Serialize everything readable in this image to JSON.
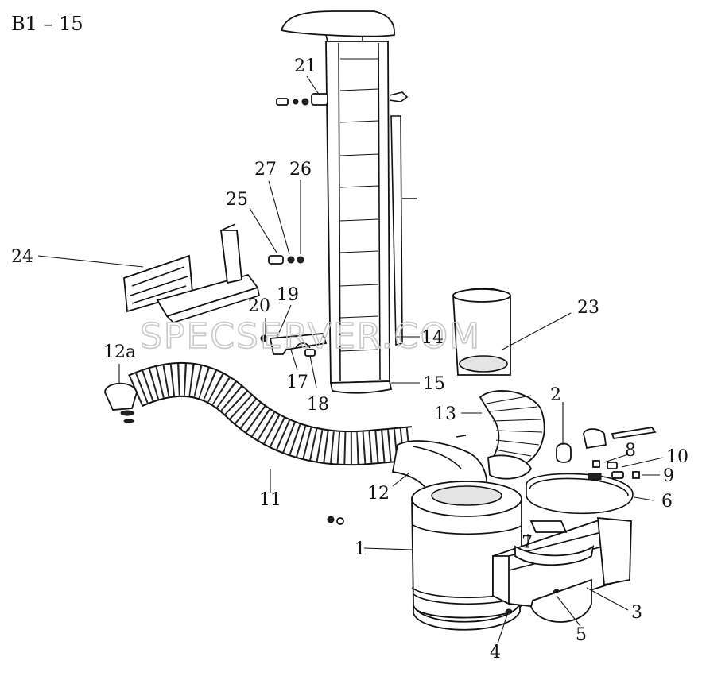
{
  "sheet_code": "B1 – 15",
  "watermark": "SPECSERVER.COM",
  "callouts": {
    "c1": "1",
    "c2": "2",
    "c3": "3",
    "c4": "4",
    "c5": "5",
    "c6": "6",
    "c7": "7",
    "c8": "8",
    "c9": "9",
    "c10": "10",
    "c11": "11",
    "c12": "12",
    "c12a": "12a",
    "c13": "13",
    "c14": "14",
    "c15": "15",
    "c17": "17",
    "c18": "18",
    "c19": "19",
    "c20": "20",
    "c21": "21",
    "c23": "23",
    "c24": "24",
    "c25": "25",
    "c26": "26",
    "c27": "27"
  }
}
